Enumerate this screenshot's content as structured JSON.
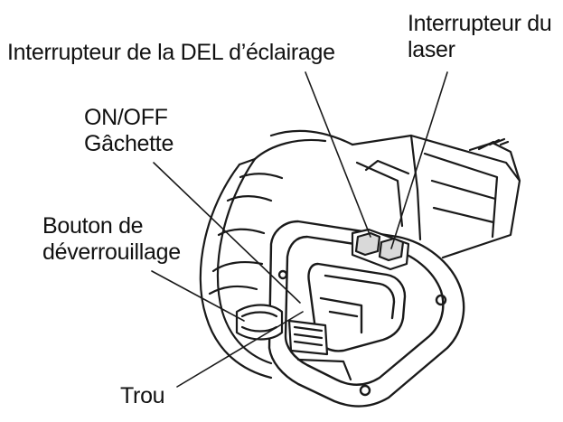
{
  "labels": {
    "led_switch": "Interrupteur de la DEL d’éclairage",
    "laser_switch_line1": "Interrupteur du",
    "laser_switch_line2": "laser",
    "trigger_line1": "ON/OFF",
    "trigger_line2": "Gâchette",
    "release_line1": "Bouton de",
    "release_line2": "déverrouillage",
    "hole": "Trou"
  },
  "colors": {
    "line": "#1a1a1a",
    "body": "#ffffff",
    "shade": "#d9d9d9"
  }
}
